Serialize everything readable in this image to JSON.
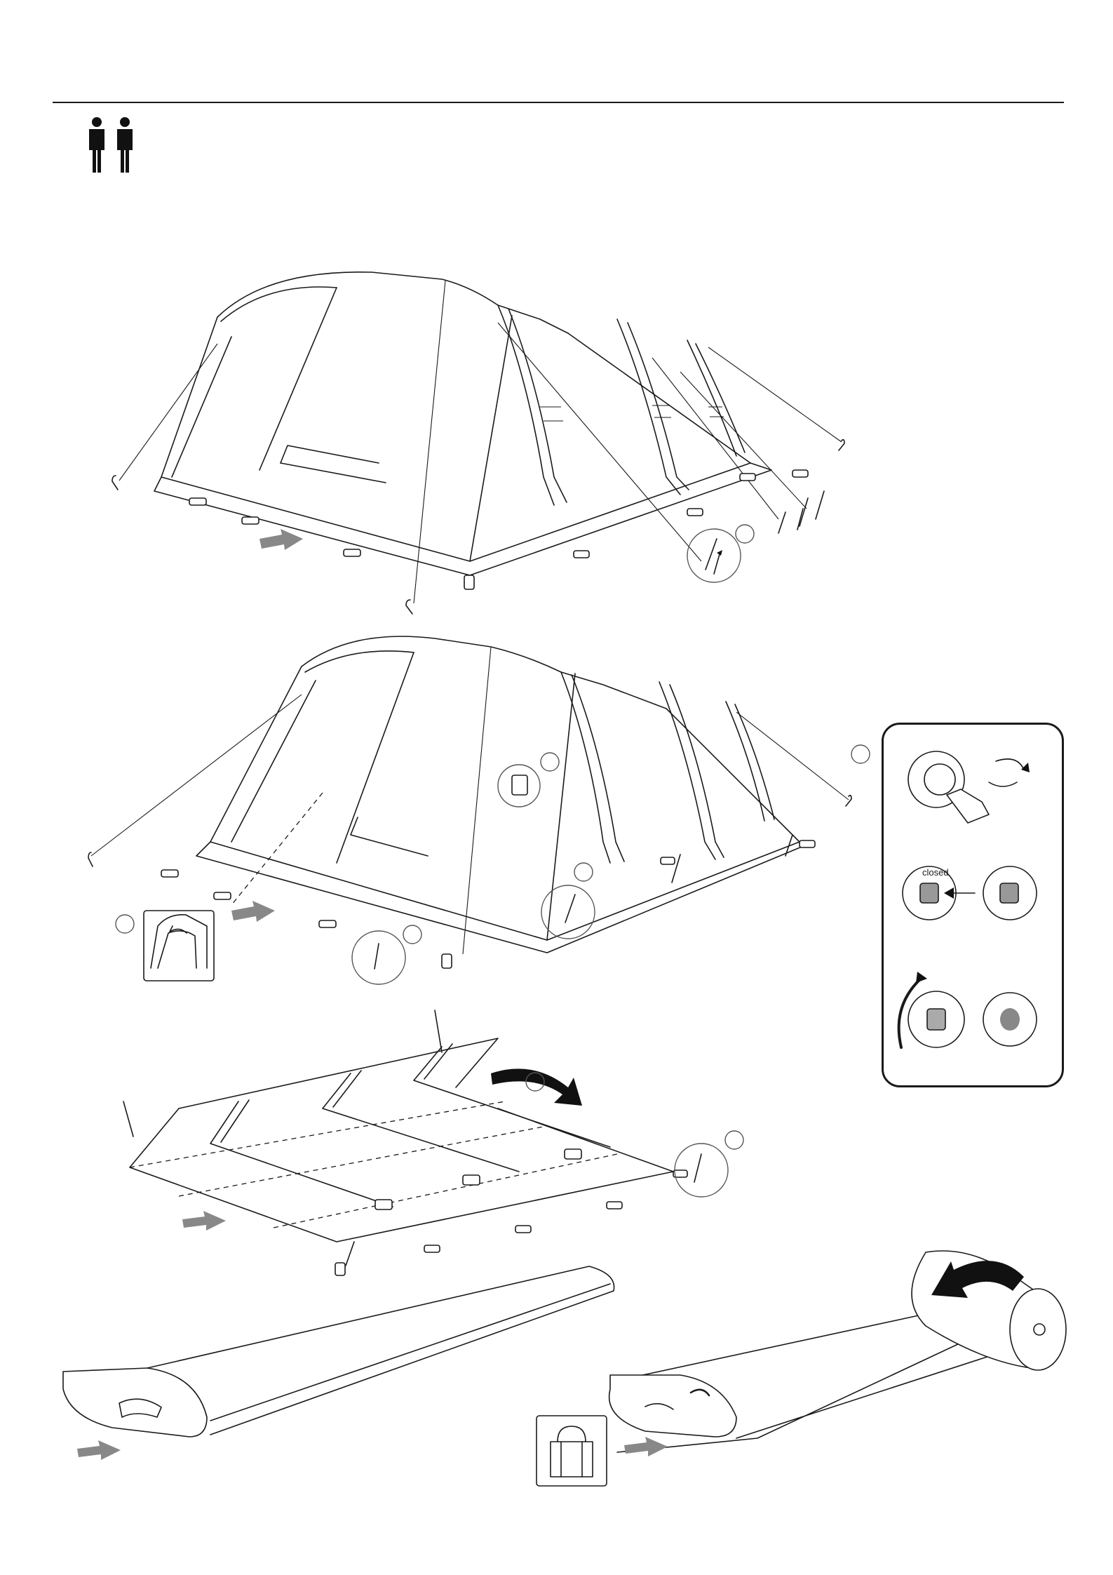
{
  "document": {
    "page_type": "tent packing instructions illustration",
    "people_required_icon": "two-people-icon",
    "steps": [
      {
        "name": "remove-pegs-and-guylines",
        "icons": [
          "peg-icon",
          "guyline-icon",
          "pull-arrow-icon"
        ]
      },
      {
        "name": "open-valves-and-deflate",
        "icons": [
          "peg-icon",
          "door-icon",
          "valve-icon"
        ]
      },
      {
        "name": "fold-tent",
        "icons": [
          "fold-arrow-icon",
          "peg-icon"
        ]
      },
      {
        "name": "roll-and-pack",
        "icons": [
          "roll-arrow-icon",
          "bag-icon"
        ]
      }
    ],
    "valve_label": "closed",
    "colors": {
      "line": "#1a1a1a",
      "arrow_gray": "#888888",
      "highlight_circle": "#555555",
      "background": "#ffffff"
    }
  }
}
